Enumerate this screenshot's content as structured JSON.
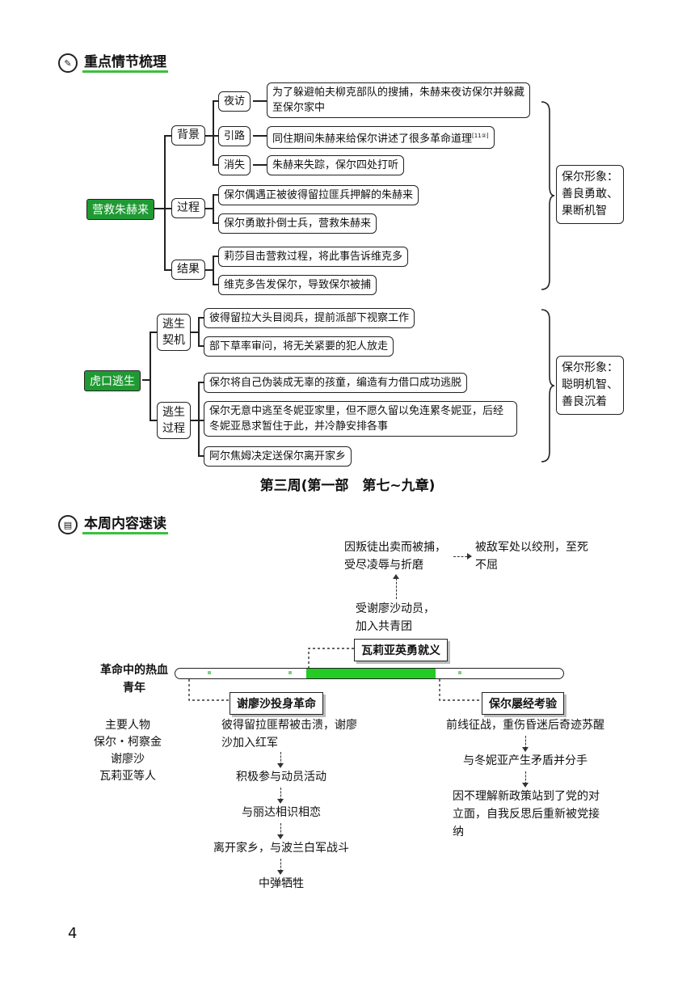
{
  "section1": {
    "title": "重点情节梳理",
    "group1": {
      "root": "营救朱赫来",
      "branches": [
        {
          "label": "背景",
          "items": [
            {
              "key": "夜访",
              "text": "为了躲避帕夫柳克部队的搜捕，朱赫来夜访保尔并躲藏至保尔家中"
            },
            {
              "key": "引路",
              "text": "同住期间朱赫来给保尔讲述了很多革命道理",
              "note": "[11②]"
            },
            {
              "key": "消失",
              "text": "朱赫来失踪，保尔四处打听"
            }
          ]
        },
        {
          "label": "过程",
          "items": [
            {
              "text": "保尔偶遇正被彼得留拉匪兵押解的朱赫来"
            },
            {
              "text": "保尔勇敢扑倒士兵，营救朱赫来"
            }
          ]
        },
        {
          "label": "结果",
          "items": [
            {
              "text": "莉莎目击营救过程，将此事告诉维克多"
            },
            {
              "text": "维克多告发保尔，导致保尔被捕"
            }
          ]
        }
      ],
      "summary": "保尔形象：善良勇敢、果断机智"
    },
    "group2": {
      "root": "虎口逃生",
      "branches": [
        {
          "label": "逃生契机",
          "items": [
            {
              "text": "彼得留拉大头目阅兵，提前派部下视察工作"
            },
            {
              "text": "部下草率审问，将无关紧要的犯人放走"
            }
          ]
        },
        {
          "label": "逃生过程",
          "items": [
            {
              "text": "保尔将自己伪装成无辜的孩童，编造有力借口成功逃脱"
            },
            {
              "text": "保尔无意中逃至冬妮亚家里，但不愿久留以免连累冬妮亚，后经冬妮亚恳求暂住于此，并冷静安排各事"
            },
            {
              "text": "阿尔焦姆决定送保尔离开家乡"
            }
          ]
        }
      ],
      "summary": "保尔形象：聪明机智、善良沉着"
    }
  },
  "week_heading": "第三周(第一部　第七~九章)",
  "section2": {
    "title": "本周内容速读",
    "top_left": "因叛徒出卖而被捕，受尽凌辱与折磨",
    "top_right": "被敌军处以绞刑，至死不屈",
    "mid_text": "受谢廖沙动员，加入共青团",
    "center_box": "瓦莉亚英勇就义",
    "left_heading": "革命中的热血青年",
    "characters_title": "主要人物",
    "characters": [
      "保尔・柯察金",
      "谢廖沙",
      "瓦莉亚等人"
    ],
    "left_box": "谢廖沙投身革命",
    "left_steps": [
      "彼得留拉匪帮被击溃，谢廖沙加入红军",
      "积极参与动员活动",
      "与丽达相识相恋",
      "离开家乡，与波兰白军战斗",
      "中弹牺牲"
    ],
    "right_box": "保尔屡经考验",
    "right_steps": [
      "前线征战，重伤昏迷后奇迹苏醒",
      "与冬妮亚产生矛盾并分手",
      "因不理解新政策站到了党的对立面，自我反思后重新被党接纳"
    ]
  },
  "page_number": "4",
  "colors": {
    "accent_green": "#1f9a33",
    "bar_green": "#22cc22",
    "dark": "#222222"
  }
}
